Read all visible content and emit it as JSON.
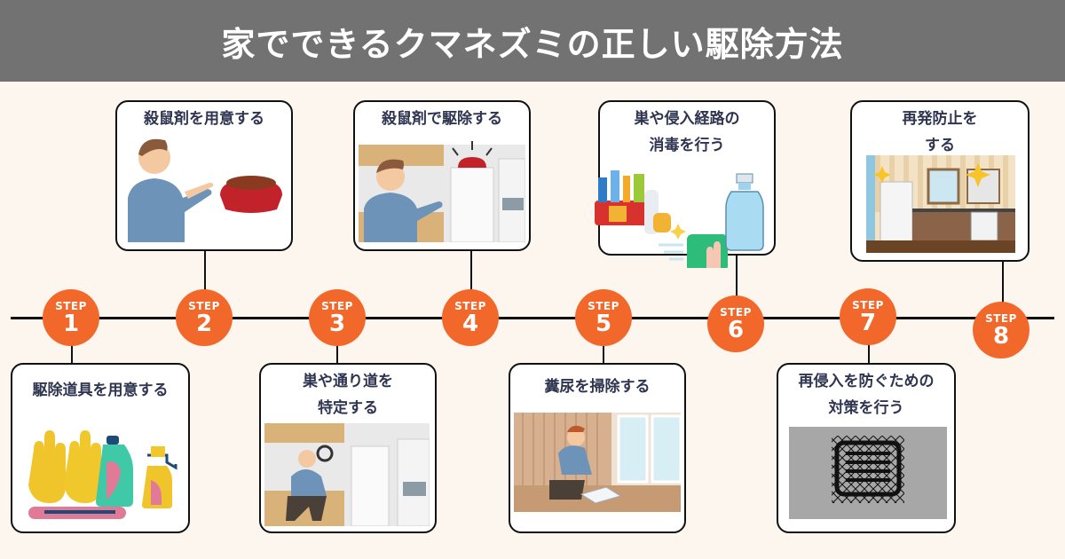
{
  "header": {
    "title": "家でできるクマネズミの正しい駆除方法"
  },
  "colors": {
    "header_bg": "#727272",
    "background": "#FDF6EF",
    "step_accent": "#F2672A",
    "card_title": "#2F3550"
  },
  "steps": [
    {
      "label": "STEP",
      "number": "1",
      "title_line1": "駆除道具を用意する",
      "title_line2": "",
      "illustration": "gloves-and-cleaning-bottles"
    },
    {
      "label": "STEP",
      "number": "2",
      "title_line1": "殺鼠剤を用意する",
      "title_line2": "",
      "illustration": "man-pointing-at-poison-bowl"
    },
    {
      "label": "STEP",
      "number": "3",
      "title_line1": "巣や通り道を",
      "title_line2": "特定する",
      "illustration": "man-with-magnifying-glass-in-kitchen"
    },
    {
      "label": "STEP",
      "number": "4",
      "title_line1": "殺鼠剤で駆除する",
      "title_line2": "",
      "illustration": "man-pointing-at-bowl-on-fridge"
    },
    {
      "label": "STEP",
      "number": "5",
      "title_line1": "糞尿を掃除する",
      "title_line2": "",
      "illustration": "man-with-mask-wiping-floor"
    },
    {
      "label": "STEP",
      "number": "6",
      "title_line1": "巣や侵入経路の",
      "title_line2": "消毒を行う",
      "illustration": "cleaning-supplies-and-spray-bottle"
    },
    {
      "label": "STEP",
      "number": "7",
      "title_line1": "再侵入を防ぐための",
      "title_line2": "対策を行う",
      "illustration": "vent-covered-with-wire-mesh"
    },
    {
      "label": "STEP",
      "number": "8",
      "title_line1": "再発防止を",
      "title_line2": "する",
      "illustration": "sparkling-clean-kitchen"
    }
  ]
}
